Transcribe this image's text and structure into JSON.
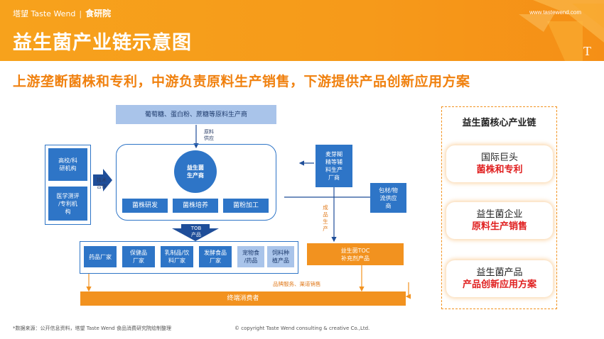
{
  "header": {
    "brand_cn": "塔望",
    "brand_en": "Taste Wend",
    "brand_sub": "食研院",
    "site": "www.tastewend.com",
    "title": "益生菌产业链示意图",
    "logo_letter": "T"
  },
  "subtitle": "上游垄断菌株和专利，中游负责原料生产销售，下游提供产品创新应用方案",
  "diagram": {
    "top_supplier": "葡萄糖、蛋白粉、蔗糖等原料生产商",
    "raw_supply": "原料\n供应",
    "research_1": "高校/科\n研机构",
    "research_2": "医学测评\n/专利机\n构",
    "tech_coop": "技术\n合作",
    "core_producer": "益生菌\n生产商",
    "steps": [
      "菌株研发",
      "菌株培养",
      "菌粉加工"
    ],
    "malt": "麦芽糊\n精等辅\n料生产\n厂商",
    "packaging": "包材/物\n流供应\n商",
    "tob": "TOB\n产品",
    "product_supply": "成\n品\n生\n产",
    "toc": "益生菌TOC\n补充剂产品",
    "manufacturers": [
      "药品厂家",
      "保健品\n厂家",
      "乳制品/饮\n料厂家",
      "发酵食品\n厂家",
      "宠物食\n/药品",
      "饲料种\n植产品"
    ],
    "brand_service": "品牌服务、渠道销售",
    "consumer": "终端消费者"
  },
  "panel": {
    "title": "益生菌核心产业链",
    "items": [
      {
        "name": "国际巨头",
        "role": "菌株和专利"
      },
      {
        "name": "益生菌企业",
        "role": "原料生产销售"
      },
      {
        "name": "益生菌产品",
        "role": "产品创新应用方案"
      }
    ]
  },
  "footer": {
    "source": "*数据来源：公开信息资料，塔望 Taste Wend 食品消费研究院绘制整理",
    "copyright": "© copyright Taste Wend consulting & creative Co.,Ltd."
  },
  "colors": {
    "orange": "#f7a21c",
    "blue": "#2e75c7",
    "red": "#e02020"
  }
}
